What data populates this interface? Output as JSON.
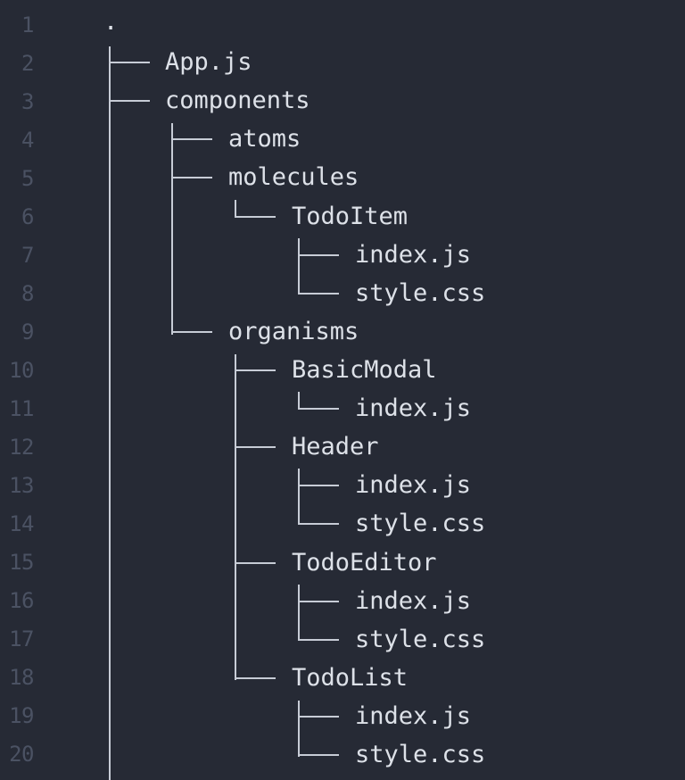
{
  "gutter": {
    "line_numbers": [
      "1",
      "2",
      "3",
      "4",
      "5",
      "6",
      "7",
      "8",
      "9",
      "10",
      "11",
      "12",
      "13",
      "14",
      "15",
      "16",
      "17",
      "18",
      "19",
      "20"
    ]
  },
  "tree": {
    "root": ".",
    "entries": [
      {
        "line": 2,
        "depth": 0,
        "name": "App.js"
      },
      {
        "line": 3,
        "depth": 0,
        "name": "components"
      },
      {
        "line": 4,
        "depth": 1,
        "name": "atoms"
      },
      {
        "line": 5,
        "depth": 1,
        "name": "molecules"
      },
      {
        "line": 6,
        "depth": 2,
        "name": "TodoItem"
      },
      {
        "line": 7,
        "depth": 3,
        "name": "index.js"
      },
      {
        "line": 8,
        "depth": 3,
        "name": "style.css"
      },
      {
        "line": 9,
        "depth": 1,
        "name": "organisms"
      },
      {
        "line": 10,
        "depth": 2,
        "name": "BasicModal"
      },
      {
        "line": 11,
        "depth": 3,
        "name": "index.js"
      },
      {
        "line": 12,
        "depth": 2,
        "name": "Header"
      },
      {
        "line": 13,
        "depth": 3,
        "name": "index.js"
      },
      {
        "line": 14,
        "depth": 3,
        "name": "style.css"
      },
      {
        "line": 15,
        "depth": 2,
        "name": "TodoEditor"
      },
      {
        "line": 16,
        "depth": 3,
        "name": "index.js"
      },
      {
        "line": 17,
        "depth": 3,
        "name": "style.css"
      },
      {
        "line": 18,
        "depth": 2,
        "name": "TodoList"
      },
      {
        "line": 19,
        "depth": 3,
        "name": "index.js"
      },
      {
        "line": 20,
        "depth": 3,
        "name": "style.css"
      }
    ]
  },
  "colors": {
    "background": "#262a35",
    "line_number": "#4b5263",
    "text": "#dde1e8",
    "tree_lines": "#c7ccd6"
  }
}
